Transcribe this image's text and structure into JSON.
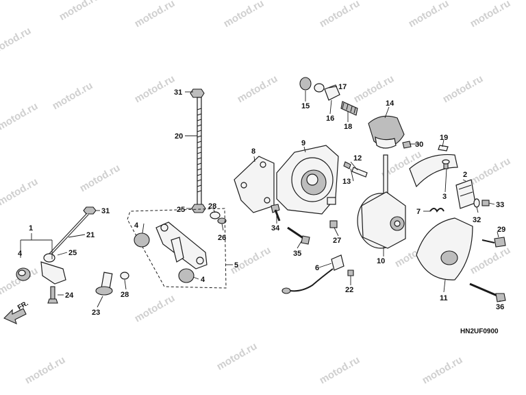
{
  "watermark": "motod.ru",
  "diagram_code": "HN2UF0900",
  "direction_label": "FR.",
  "callouts": {
    "c1": "1",
    "c2": "2",
    "c3": "3",
    "c4a": "4",
    "c4b": "4",
    "c4c": "4",
    "c5": "5",
    "c6": "6",
    "c7": "7",
    "c8": "8",
    "c9": "9",
    "c10": "10",
    "c11": "11",
    "c12": "12",
    "c13": "13",
    "c14": "14",
    "c15": "15",
    "c16": "16",
    "c17": "17",
    "c18": "18",
    "c19": "19",
    "c20": "20",
    "c21": "21",
    "c22": "22",
    "c23": "23",
    "c24": "24",
    "c25a": "25",
    "c25b": "25",
    "c26": "26",
    "c27": "27",
    "c28a": "28",
    "c28b": "28",
    "c29": "29",
    "c30": "30",
    "c31a": "31",
    "c31b": "31",
    "c32": "32",
    "c33": "33",
    "c34": "34",
    "c35": "35",
    "c36": "36"
  }
}
